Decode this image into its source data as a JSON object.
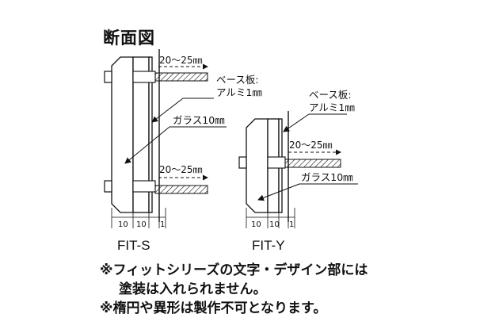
{
  "title": "断面図",
  "fit_s": {
    "model_label": "FIT-S",
    "dim_top": "20～25㎜",
    "dim_bottom": "20～25㎜",
    "base_label_1": "ベース板:",
    "base_label_2": "アルミ1㎜",
    "glass_label": "ガラス10㎜",
    "bottom_dims": [
      "10",
      "10",
      "1"
    ]
  },
  "fit_y": {
    "model_label": "FIT-Y",
    "dim": "20～25㎜",
    "base_label_1": "ベース板:",
    "base_label_2": "アルミ1㎜",
    "glass_label": "ガラス10㎜",
    "bottom_dims": [
      "10",
      "10",
      "1"
    ]
  },
  "notes": {
    "line1": "※フィットシリーズの文字・デザイン部には",
    "line2": "塗装は入れられません。",
    "line3": "※楕円や異形は製作不可となります。"
  }
}
